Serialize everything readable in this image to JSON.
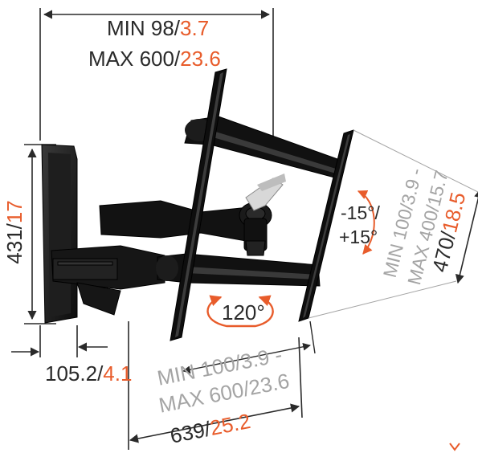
{
  "top_dimension": {
    "line1_prefix": "MIN 98/",
    "line1_value": "3.7",
    "line2_prefix": "MAX 600/",
    "line2_value": "23.6"
  },
  "left_height": {
    "prefix": "431/",
    "value": "17"
  },
  "wall_depth": {
    "prefix": "105.2/",
    "value": "4.1"
  },
  "tilt": {
    "line1": "-15°/",
    "line2": "+15°"
  },
  "swivel": {
    "label": "120°"
  },
  "vesa_vertical": {
    "line1": "MIN 100/3.9 -",
    "line2": "MAX 400/15.7"
  },
  "right_height": {
    "prefix": "470/",
    "value": "18.5"
  },
  "vesa_horizontal": {
    "line1": "MIN 100/3.9 -",
    "line2": "MAX 600/23.6"
  },
  "extension": {
    "prefix": "639/",
    "value": "25.2"
  },
  "colors": {
    "dark": "#2a2a2a",
    "grey": "#a4a4a4",
    "accent": "#e85c2b",
    "mount": "#141414"
  }
}
